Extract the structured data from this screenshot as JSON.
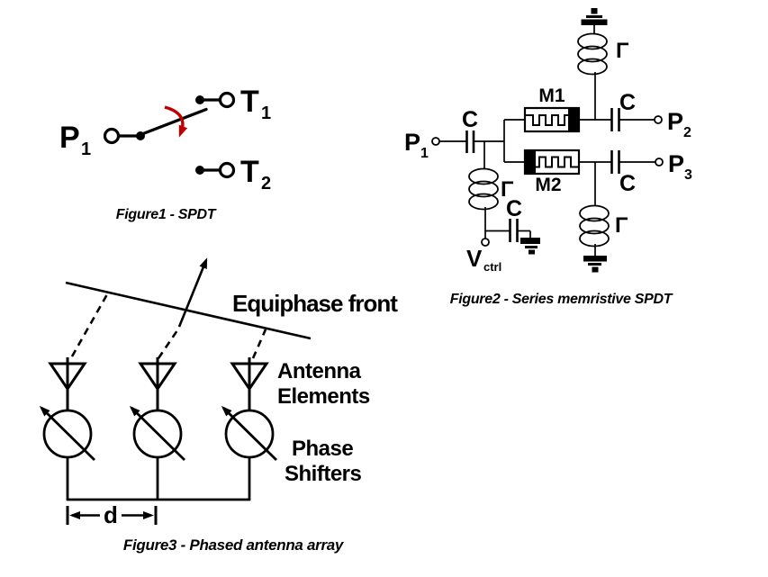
{
  "colors": {
    "ink": "#000000",
    "accent_red": "#c00000",
    "background": "#ffffff"
  },
  "figure1": {
    "caption": "Figure1  - SPDT",
    "pole_label": "P",
    "pole_sub": "1",
    "throw1_label": "T",
    "throw1_sub": "1",
    "throw2_label": "T",
    "throw2_sub": "2"
  },
  "figure2": {
    "caption": "Figure2  - Series memristive SPDT",
    "port_in_label": "P",
    "port_in_sub": "1",
    "port2_label": "P",
    "port2_sub": "2",
    "port3_label": "P",
    "port3_sub": "3",
    "memristor1_label": "M1",
    "memristor2_label": "M2",
    "cap_input_label": "C",
    "cap_port2_label": "C",
    "cap_port3_label": "C",
    "cap_bias_label": "C",
    "inductor_top_label": "Γ",
    "inductor_bias_label": "Γ",
    "inductor_port3_label": "Γ",
    "vctrl_label": "V",
    "vctrl_sub": "ctrl"
  },
  "figure3": {
    "caption": "Figure3 - Phased antenna array",
    "equiphase_label": "Equiphase front",
    "antenna_label_line1": "Antenna",
    "antenna_label_line2": "Elements",
    "phase_label_line1": "Phase",
    "phase_label_line2": "Shifters",
    "spacing_label": "d"
  }
}
